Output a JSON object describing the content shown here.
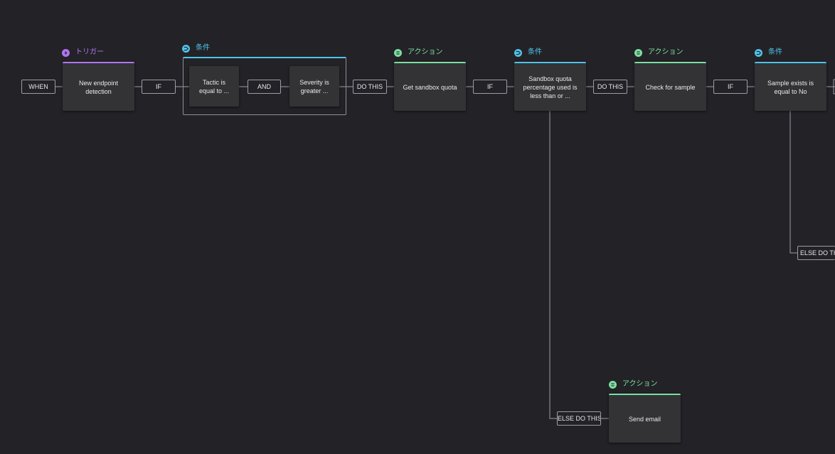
{
  "colors": {
    "background": "#232227",
    "trigger": "#b175f3",
    "action": "#7be0a0",
    "condition": "#4fc4e8",
    "connector": "#9c9ca3"
  },
  "headers": {
    "trigger": "トリガー",
    "condition": "条件",
    "action": "アクション"
  },
  "connectors": {
    "when": "WHEN",
    "if": "IF",
    "and": "AND",
    "do_this": "DO THIS",
    "else_do_this": "ELSE DO THIS",
    "else_do_this_clipped": "ELSE DO THI"
  },
  "nodes": {
    "trigger_new_endpoint": "New endpoint detection",
    "condition_tactic": "Tactic is equal to ...",
    "condition_severity": "Severity is greater ...",
    "action_get_quota": "Get sandbox quota",
    "condition_quota": "Sandbox quota percentage used is less than or ...",
    "action_check_sample": "Check for sample",
    "condition_sample_exists": "Sample exists is equal to No",
    "action_send_email": "Send email"
  },
  "icons": {
    "trigger": "lightning-bolt-icon",
    "condition": "branch-icon",
    "action": "action-icon"
  }
}
